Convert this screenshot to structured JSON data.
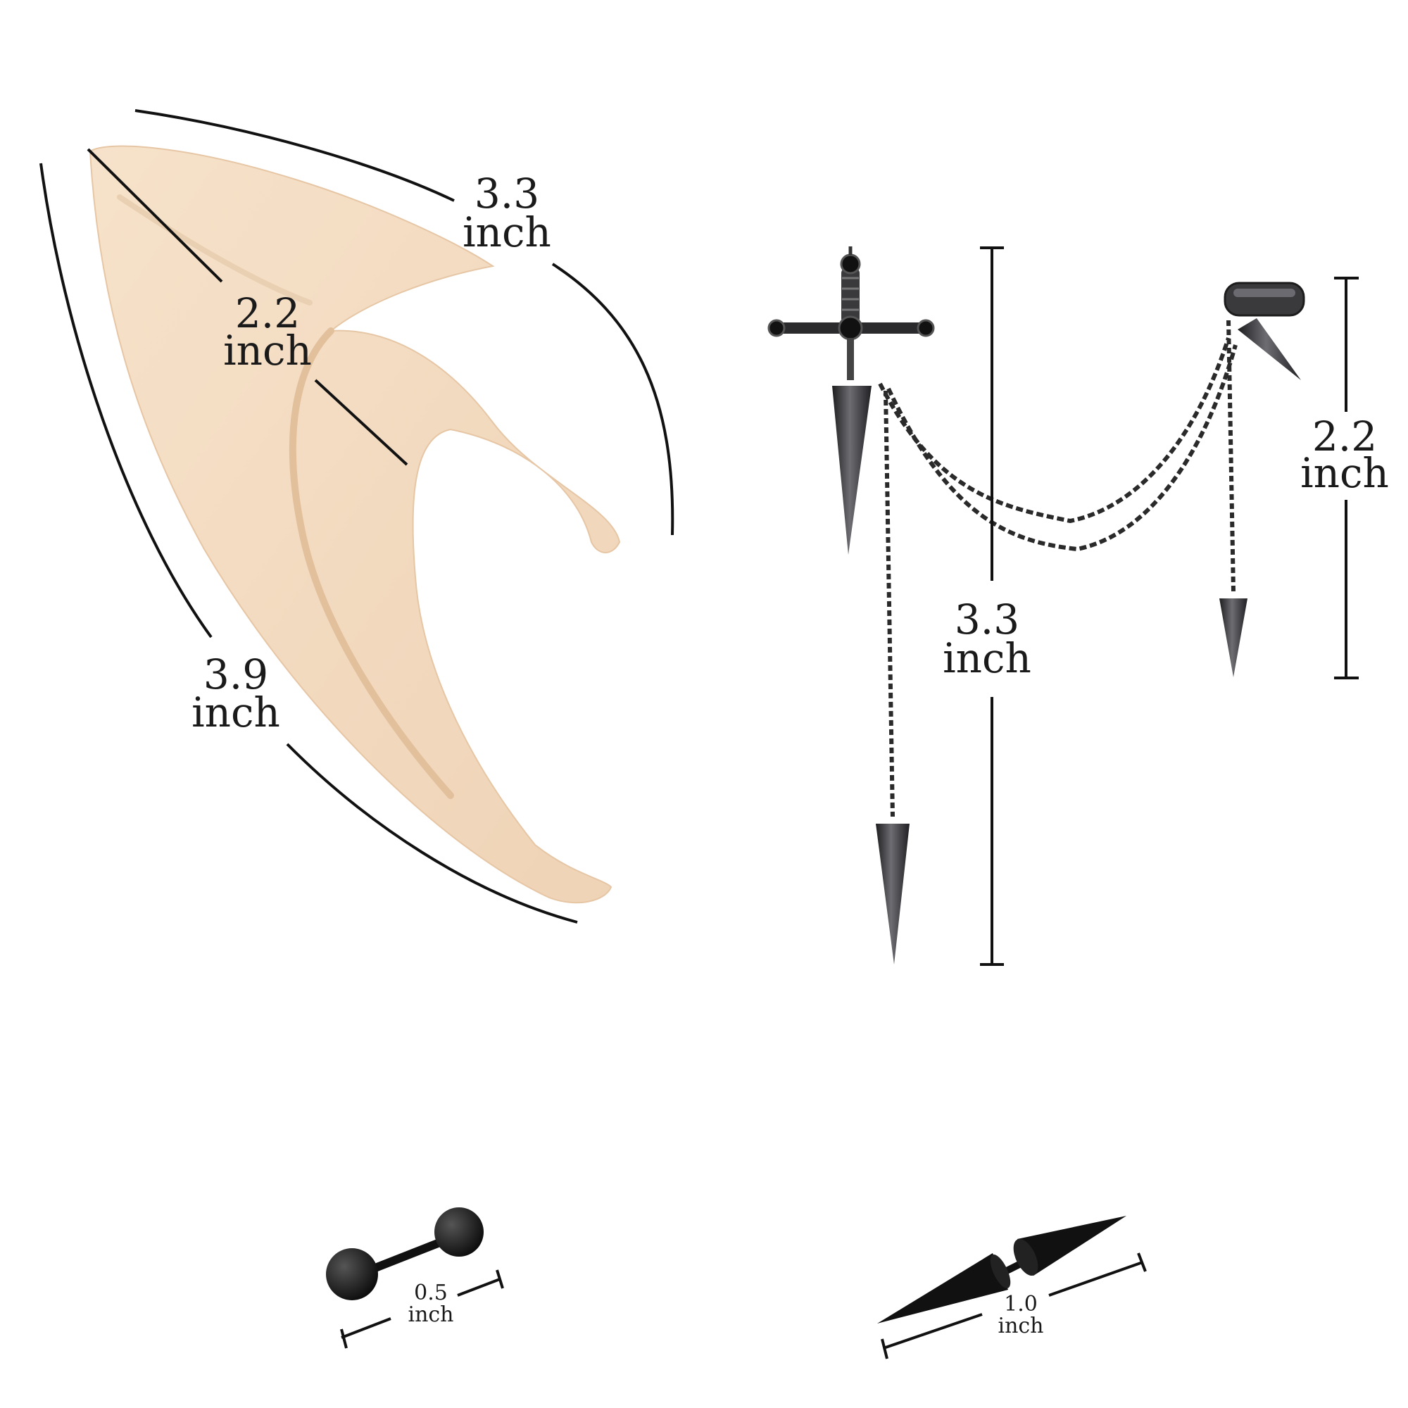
{
  "image": {
    "background_color": "#ffffff",
    "ear_color": "#f3dcc2",
    "metal_color": "#3b3b3e",
    "line_color": "#111111"
  },
  "elf_ear": {
    "top_edge": {
      "value": "3.3",
      "unit": "inch"
    },
    "depth": {
      "value": "2.2",
      "unit": "inch"
    },
    "left_edge": {
      "value": "3.9",
      "unit": "inch"
    }
  },
  "dagger_earring": {
    "total_length": {
      "value": "3.3",
      "unit": "inch"
    }
  },
  "cuff_earring": {
    "length": {
      "value": "2.2",
      "unit": "inch"
    }
  },
  "ball_stud": {
    "length": {
      "value": "0.5",
      "unit": "inch"
    }
  },
  "spike_stud": {
    "length": {
      "value": "1.0",
      "unit": "inch"
    }
  }
}
